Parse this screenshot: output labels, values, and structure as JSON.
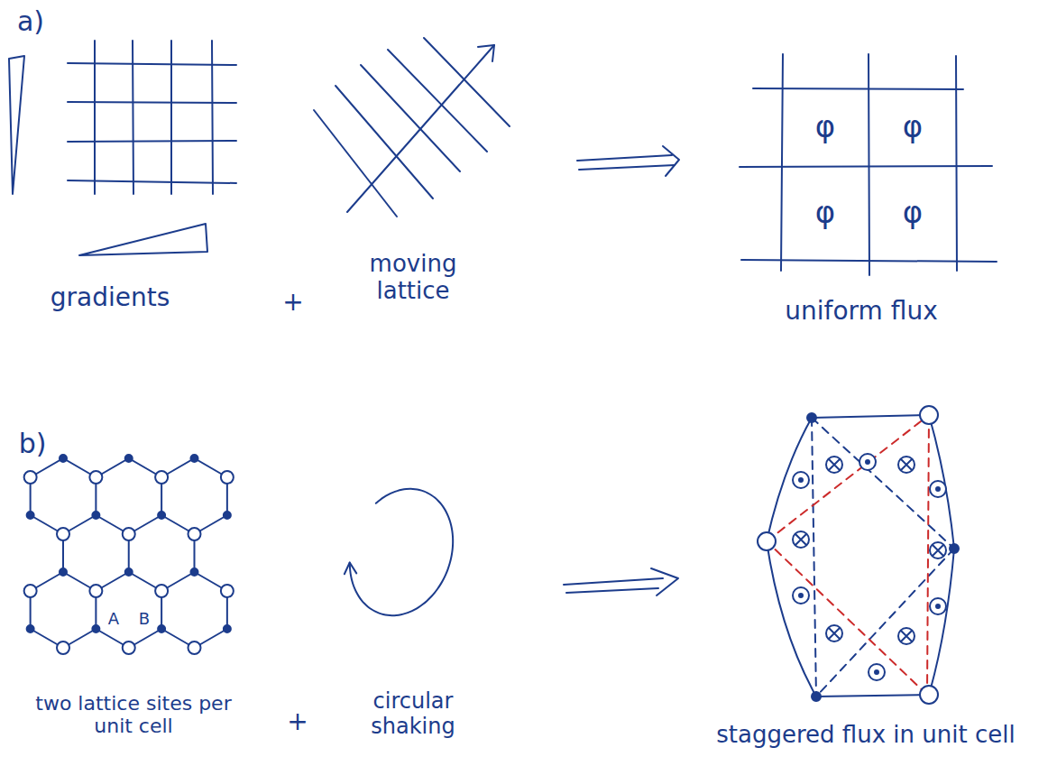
{
  "diagram": {
    "labels": [
      "a)",
      "gradients",
      "+",
      "moving lattice",
      "uniform flux",
      "φ",
      "φ",
      "φ",
      "φ",
      "b)",
      "A",
      "B",
      "two lattice sites per unit cell",
      "+",
      "circular shaking",
      "staggered flux in unit cell"
    ]
  }
}
